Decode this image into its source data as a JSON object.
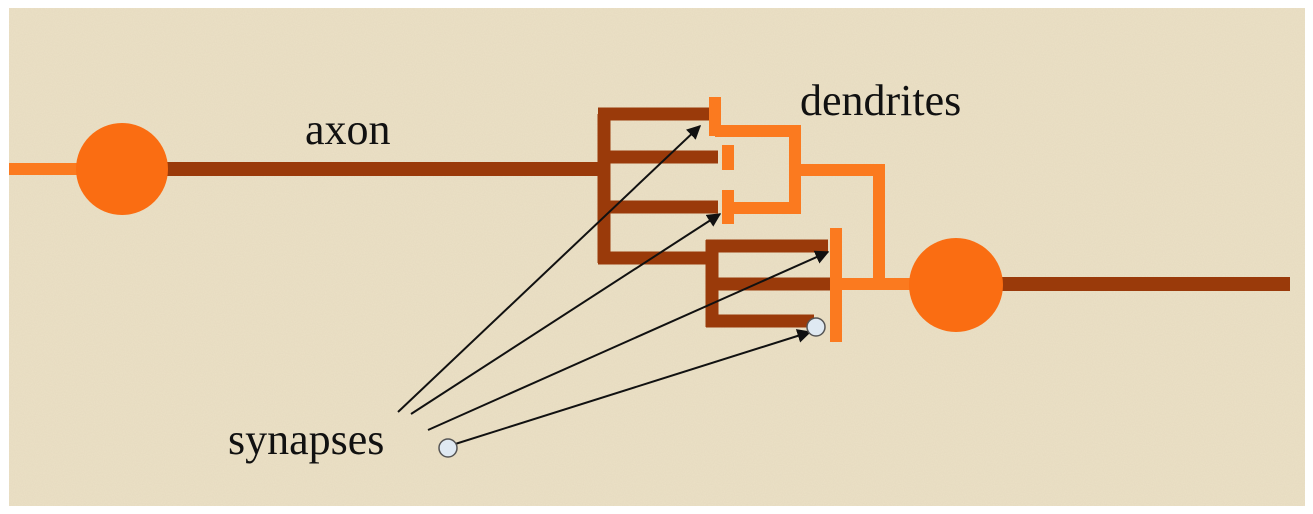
{
  "labels": {
    "axon": "axon",
    "dendrites": "dendrites",
    "synapses": "synapses"
  },
  "colors": {
    "background": "#ece1c6",
    "dark_branch": "#9a3a0a",
    "light_branch": "#fb7a1f",
    "soma": "#fa6d12",
    "arrow": "#111111",
    "synapse_dot": "#dfe9f2"
  }
}
